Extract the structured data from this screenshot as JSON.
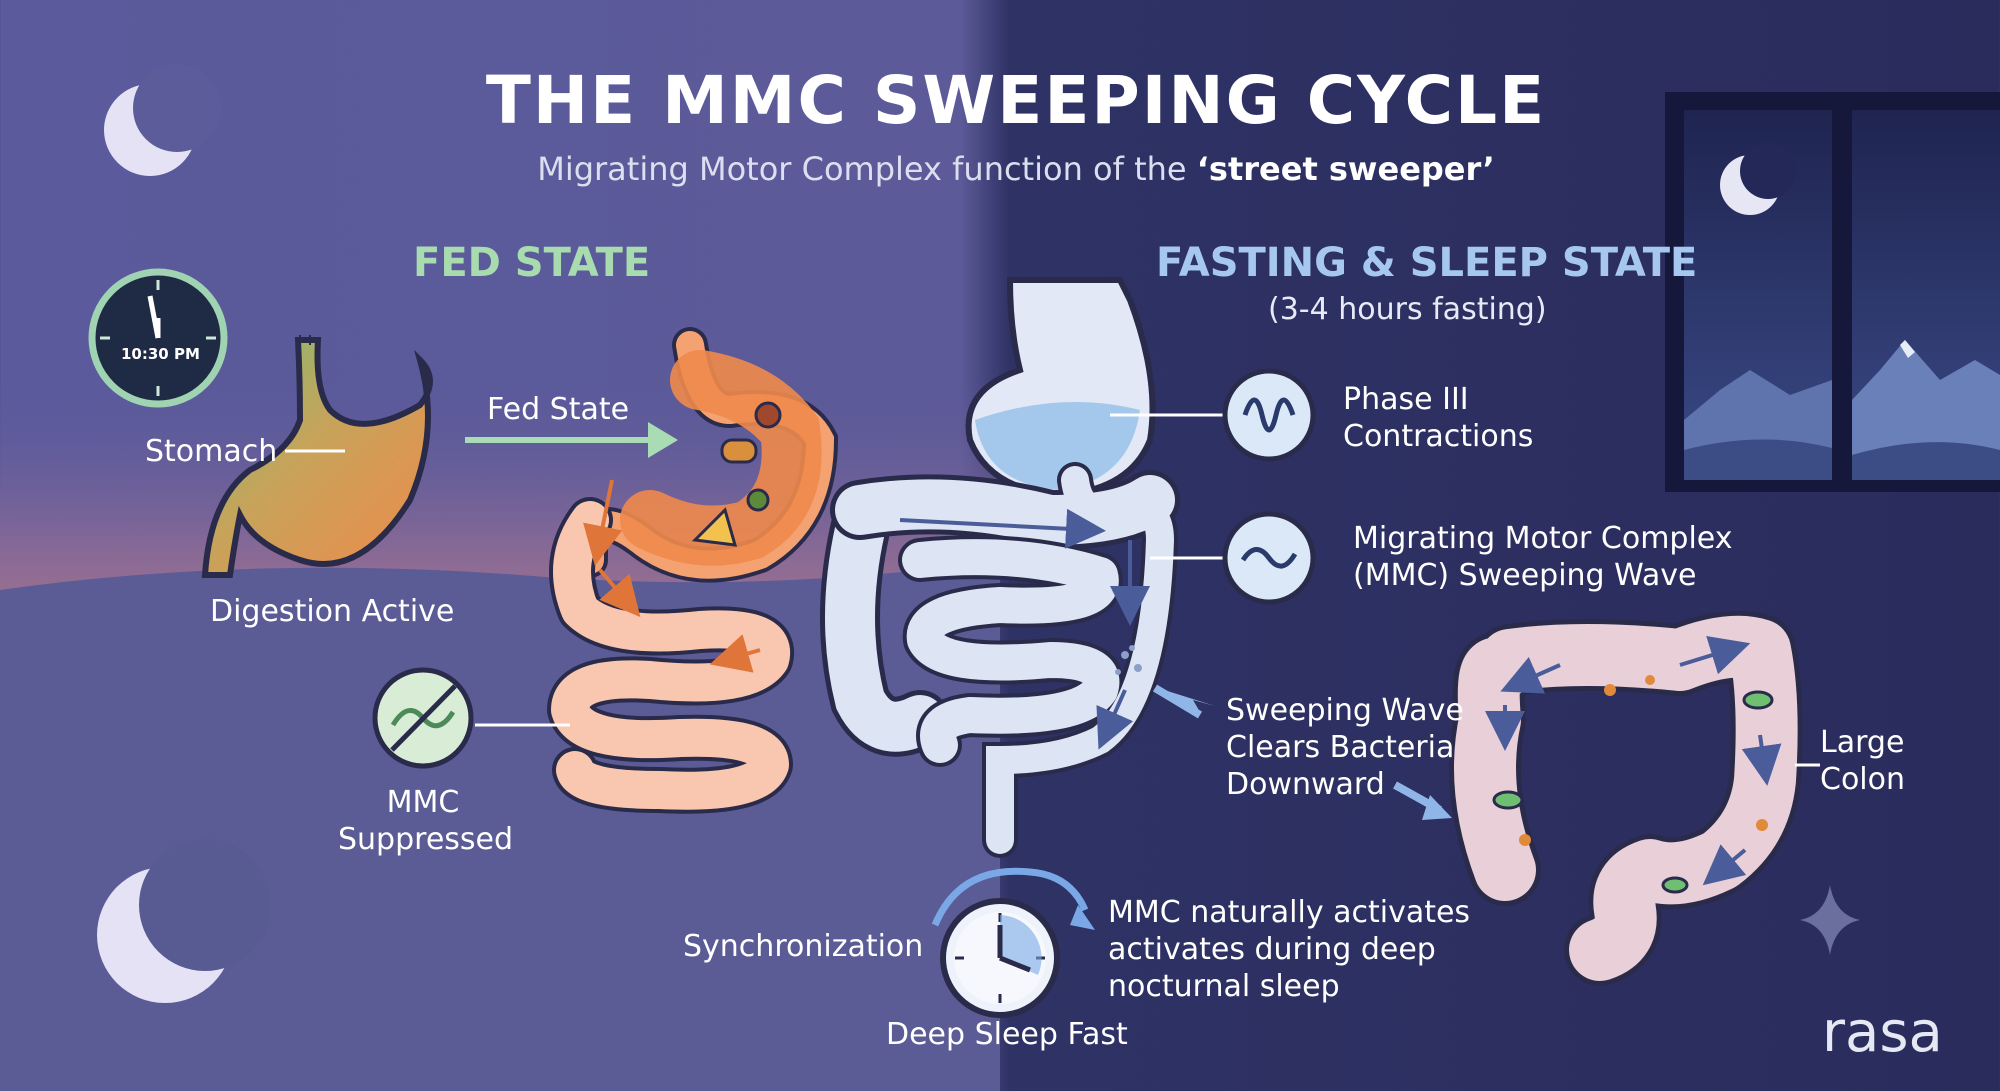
{
  "title": "THE MMC SWEEPING CYCLE",
  "subtitle": {
    "prefix": "Migrating Motor Complex function of the ",
    "highlight": "‘street sweeper’"
  },
  "fed": {
    "header": "FED STATE",
    "clock_time": "10:30 PM",
    "stomach_label": "Stomach",
    "arrow_label": "Fed State",
    "digestion_label": "Digestion Active",
    "mmc_line1": "MMC",
    "mmc_line2": "Suppressed"
  },
  "fasting": {
    "header": "FASTING & SLEEP STATE",
    "subheader": "(3-4 hours fasting)",
    "phase_line1": "Phase III",
    "phase_line2": "Contractions",
    "wave_line1": "Migrating Motor Complex",
    "wave_line2": "(MMC) Sweeping Wave",
    "sweep_line1": "Sweeping Wave",
    "sweep_line2": "Clears Bacteria",
    "sweep_line3": "Downward",
    "colon_line1": "Large",
    "colon_line2": "Colon"
  },
  "sync": {
    "label": "Synchronization",
    "clock_label": "Deep Sleep Fast",
    "note_line1": "MMC naturally activates",
    "note_line2": "activates during deep",
    "note_line3": "nocturnal sleep"
  },
  "brand": "rasa",
  "colors": {
    "fed_header": "#a8dcae",
    "fast_header": "#a6c8f0",
    "intestine_fed": "#f9c7b0",
    "intestine_fast": "#dde4f3",
    "colon": "#e8cfd8",
    "stomach_acid": "#f08a4b",
    "stomach_top": "#7cbf75",
    "gastric_fluid": "#9cc4ea"
  },
  "icons": [
    "moon-icon",
    "clock-icon",
    "food-icons",
    "wave-icon",
    "no-wave-icon",
    "bacteria-icon",
    "sparkle-icon",
    "window-mountains"
  ]
}
